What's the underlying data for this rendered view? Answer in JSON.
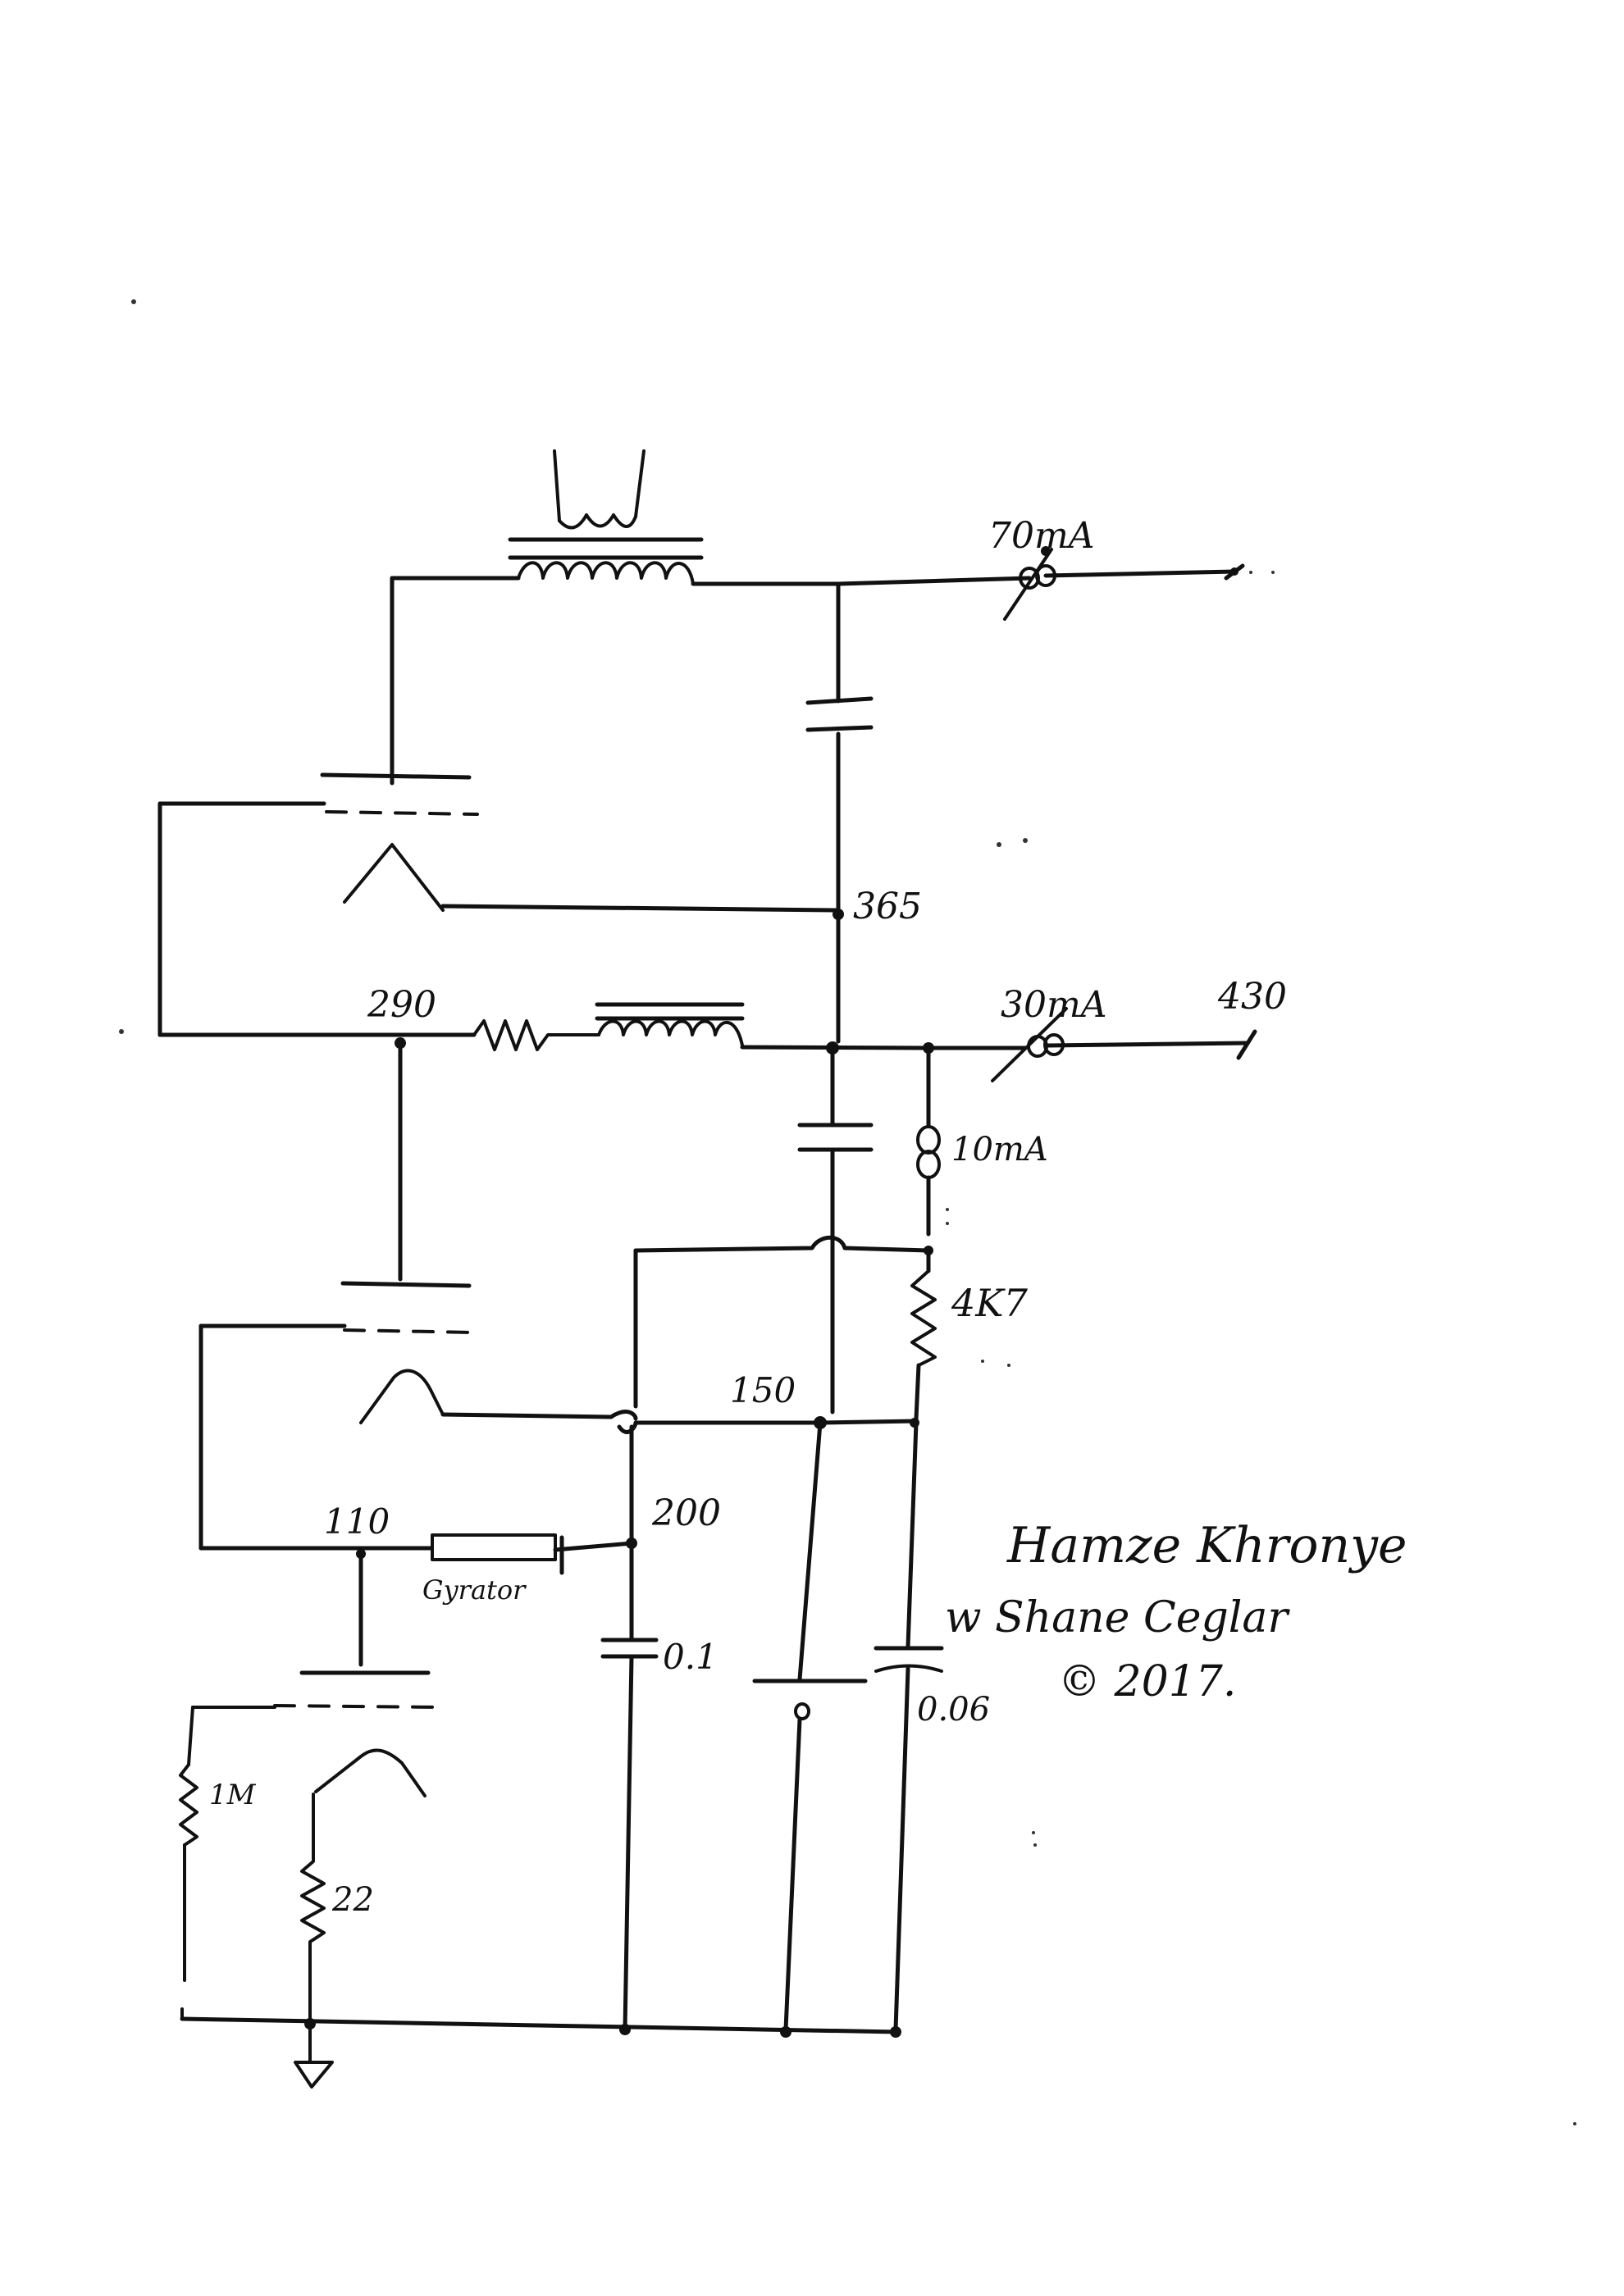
{
  "labels": {
    "current_70": "70mA",
    "current_30": "30mA",
    "voltage_430": "430",
    "voltage_365": "365",
    "voltage_290": "290",
    "current_10": "10mA",
    "resistor_4k7": "4K7",
    "voltage_150": "150",
    "voltage_200": "200",
    "voltage_110": "110",
    "gyrator": "Gyrator",
    "cap_01": "0.1",
    "cap_006": "0.06",
    "resistor_1m": "1M",
    "resistor_22": "22"
  },
  "signature": {
    "line1": "Hamze Khronye",
    "line2": "w Shane Ceglar",
    "line3": "© 2017."
  }
}
